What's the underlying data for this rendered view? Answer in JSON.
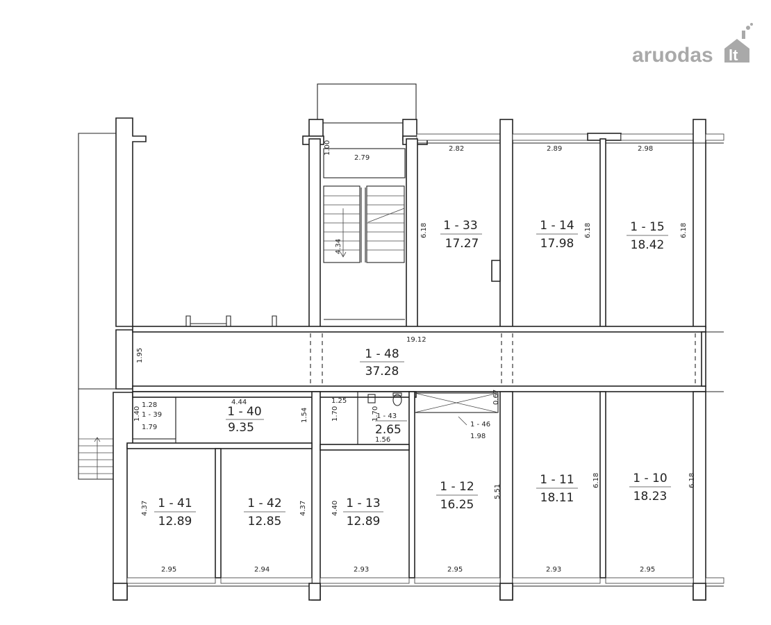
{
  "logo": {
    "name": "aruodas",
    "suffix": "lt"
  },
  "rooms": [
    {
      "id": "1 - 33",
      "area": "17.27"
    },
    {
      "id": "1 - 14",
      "area": "17.98"
    },
    {
      "id": "1 - 15",
      "area": "18.42"
    },
    {
      "id": "1 - 48",
      "area": "37.28"
    },
    {
      "id": "1 - 39",
      "area": "1.79"
    },
    {
      "id": "1 - 40",
      "area": "9.35"
    },
    {
      "id": "1 - 43",
      "area": "2.65"
    },
    {
      "id": "1 - 46",
      "area": "1.98"
    },
    {
      "id": "1 - 41",
      "area": "12.89"
    },
    {
      "id": "1 - 42",
      "area": "12.85"
    },
    {
      "id": "1 - 13",
      "area": "12.89"
    },
    {
      "id": "1 - 12",
      "area": "16.25"
    },
    {
      "id": "1 - 11",
      "area": "18.11"
    },
    {
      "id": "1 - 10",
      "area": "18.23"
    }
  ],
  "dimensions": {
    "stair_landing_h": "1.00",
    "stair_landing_w": "2.79",
    "stair_len": "4.34",
    "r33_w": "2.82",
    "r33_h": "6.18",
    "r14_w": "2.89",
    "r14_h": "6.18",
    "r15_w": "2.98",
    "r15_h": "6.18",
    "corridor_len": "19.12",
    "corridor_w": "1.95",
    "r39_w": "1.28",
    "r39_h": "1.40",
    "r40_w": "4.44",
    "r40_h": "1.54",
    "wc_w": "1.25",
    "wc_h": "1.70",
    "r43_h": "1.70",
    "r43_w": "1.56",
    "r46_h": "0.67",
    "r41_h": "4.37",
    "r41_w": "2.95",
    "r42_h": "4.37",
    "r42_w": "2.94",
    "r13_h": "4.40",
    "r13_w": "2.93",
    "r12_h": "5.51",
    "r12_w": "2.95",
    "r11_h": "6.18",
    "r11_w": "2.93",
    "r10_h": "6.18",
    "r10_w": "2.95"
  }
}
